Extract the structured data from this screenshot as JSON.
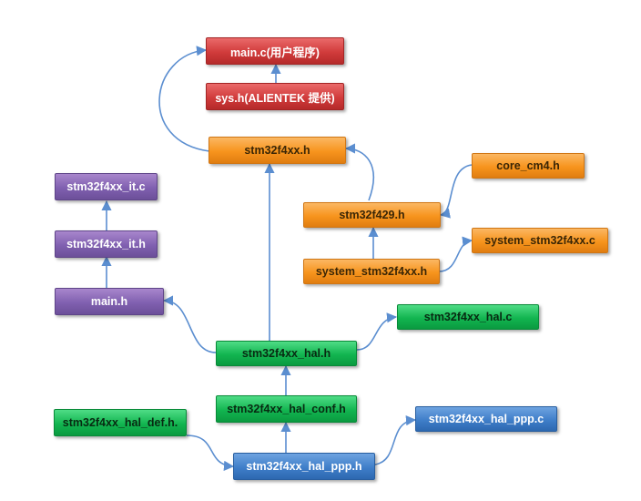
{
  "nodes": {
    "main_c": "main.c(用户程序)",
    "sys_h": "sys.h(ALIENTEK 提供)",
    "stm32f4xx_h": "stm32f4xx.h",
    "core_cm4_h": "core_cm4.h",
    "stm32f429_h": "stm32f429.h",
    "system_stm32f4xx_c": "system_stm32f4xx.c",
    "system_stm32f4xx_h": "system_stm32f4xx.h",
    "stm32f4xx_it_c": "stm32f4xx_it.c",
    "stm32f4xx_it_h": "stm32f4xx_it.h",
    "main_h": "main.h",
    "stm32f4xx_hal_c": "stm32f4xx_hal.c",
    "stm32f4xx_hal_h": "stm32f4xx_hal.h",
    "stm32f4xx_hal_conf_h": "stm32f4xx_hal_conf.h",
    "stm32f4xx_hal_def_h": "stm32f4xx_hal_def.h.",
    "stm32f4xx_hal_ppp_c": "stm32f4xx_hal_ppp.c",
    "stm32f4xx_hal_ppp_h": "stm32f4xx_hal_ppp.h"
  },
  "colors": {
    "red": "#d13b3b",
    "orange": "#f7941d",
    "purple": "#8060b0",
    "green": "#12b550",
    "blue": "#3f7ec9",
    "arrow": "#5b8ed0"
  }
}
